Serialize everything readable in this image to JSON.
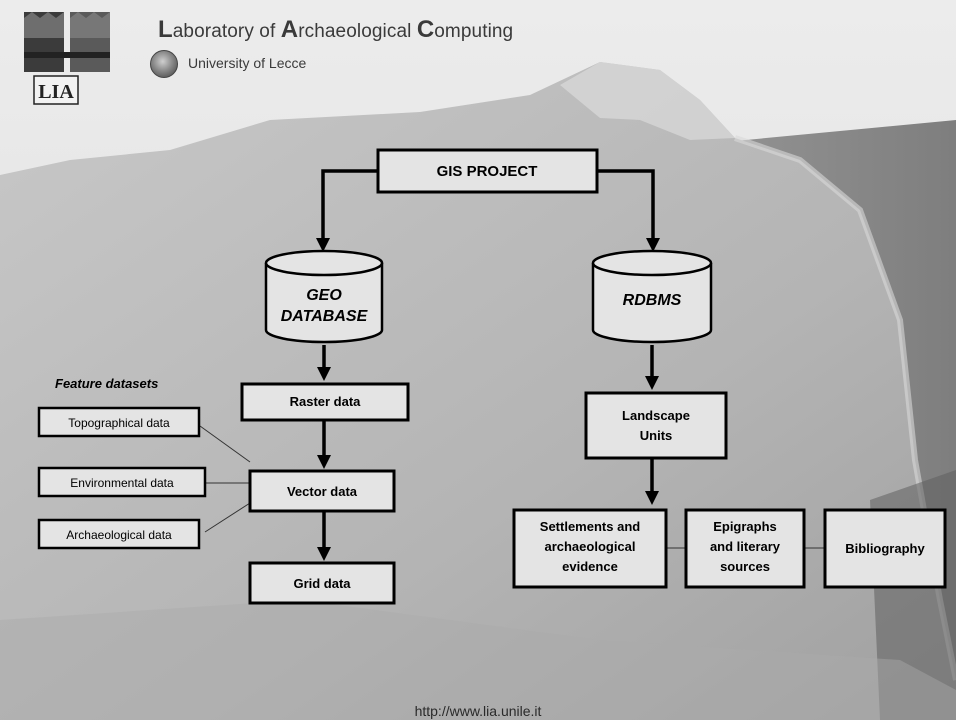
{
  "header": {
    "title_parts": [
      {
        "text": "L",
        "cap": true
      },
      {
        "text": "aboratory of ",
        "cap": false
      },
      {
        "text": "A",
        "cap": true
      },
      {
        "text": "rchaeological ",
        "cap": false
      },
      {
        "text": "C",
        "cap": true
      },
      {
        "text": "omputing",
        "cap": false
      }
    ],
    "university": "University of Lecce",
    "logo_text": "LIA"
  },
  "nodes": {
    "gis_project": "GIS PROJECT",
    "geo_database": [
      "GEO",
      "DATABASE"
    ],
    "rdbms": "RDBMS",
    "raster": "Raster data",
    "vector": "Vector data",
    "grid": "Grid data",
    "feature_heading": "Feature datasets",
    "topographical": "Topographical data",
    "environmental": "Environmental data",
    "archaeological": "Archaeological data",
    "landscape": [
      "Landscape",
      "Units"
    ],
    "settlements": [
      "Settlements and",
      "archaeological",
      "evidence"
    ],
    "epigraphs": [
      "Epigraphs",
      "and literary",
      "sources"
    ],
    "bibliography": "Bibliography"
  },
  "footer": {
    "url": "http://www.lia.unile.it"
  },
  "colors": {
    "box_fill": "#e4e4e4",
    "stroke": "#000000",
    "sky": "#e6e6e6",
    "terrain": "#bdbdbd",
    "sea": "#8f8f8f"
  }
}
